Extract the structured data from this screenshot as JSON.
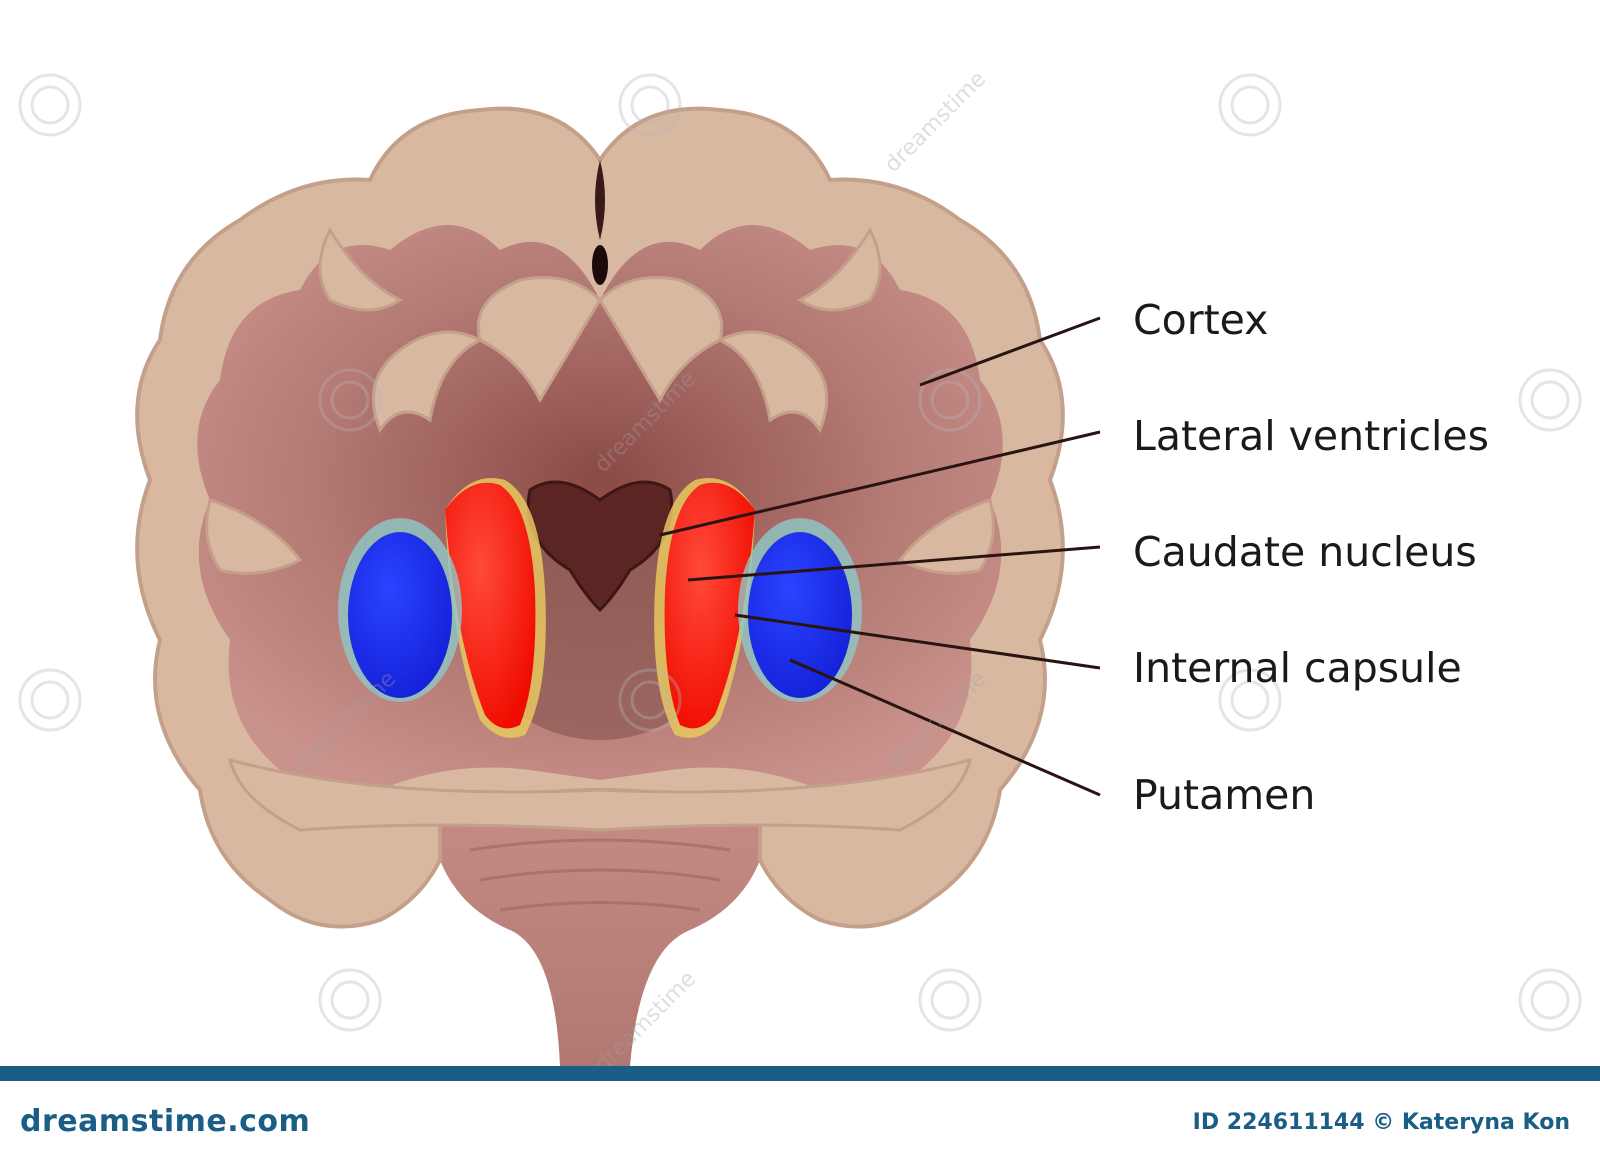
{
  "labels": {
    "cortex": "Cortex",
    "lateral_ventricles": "Lateral ventricles",
    "caudate_nucleus": "Caudate nucleus",
    "internal_capsule": "Internal capsule",
    "putamen": "Putamen"
  },
  "footer": {
    "logo_text": "dreamstime.com",
    "credit_text": "ID 224611144 © Kateryna Kon"
  },
  "watermark_text": "dreamstime",
  "colors": {
    "cortex": "#d9b8a2",
    "interior": "#b27872",
    "ventricle": "#5a2522",
    "caudate": "#ff1a10",
    "putamen": "#1a30e8",
    "capsule_halo": "#e8c860",
    "footer_blue": "#1a5e86"
  }
}
